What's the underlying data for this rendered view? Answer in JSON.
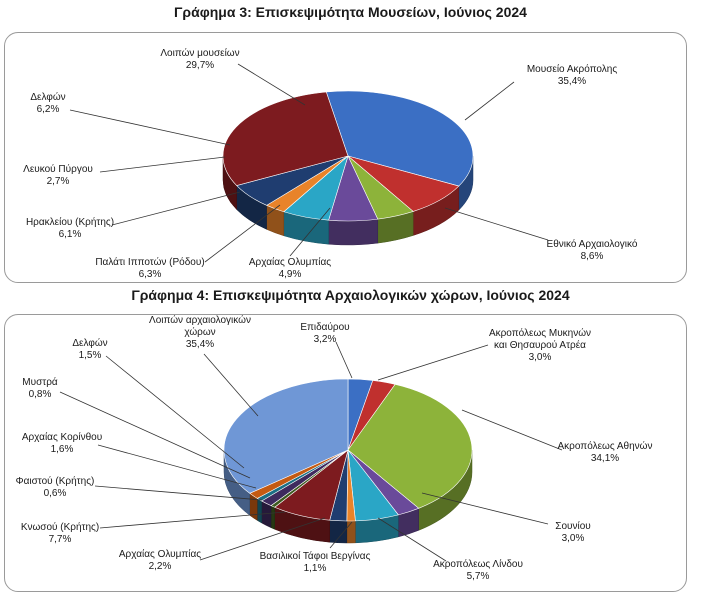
{
  "chart_data": [
    {
      "type": "pie",
      "title": "Γράφημα 3: Επισκεψιμότητα Μουσείων, Ιούνιος 2024",
      "slices": [
        {
          "label": "Μουσείο Ακρόπολης",
          "value": 35.4,
          "display": "35,4%",
          "color": "#3b6fc4"
        },
        {
          "label": "Εθνικό Αρχαιολογικό",
          "value": 8.6,
          "display": "8,6%",
          "color": "#c0302e"
        },
        {
          "label": "Αρχαίας Ολυμπίας",
          "value": 4.9,
          "display": "4,9%",
          "color": "#8db33a"
        },
        {
          "label": "Παλάτι Ιπποτών (Ρόδου)",
          "value": 6.3,
          "display": "6,3%",
          "color": "#6a4a9a"
        },
        {
          "label": "Ηρακλείου (Κρήτης)",
          "value": 6.1,
          "display": "6,1%",
          "color": "#2aa6c6"
        },
        {
          "label": "Λευκού Πύργου",
          "value": 2.7,
          "display": "2,7%",
          "color": "#e8832a"
        },
        {
          "label": "Δελφών",
          "value": 6.2,
          "display": "6,2%",
          "color": "#1f3d70"
        },
        {
          "label": "Λοιπών μουσείων",
          "value": 29.7,
          "display": "29,7%",
          "color": "#7d1b1f"
        }
      ]
    },
    {
      "type": "pie",
      "title": "Γράφημα 4: Επισκεψιμότητα Αρχαιολογικών χώρων, Ιούνιος 2024",
      "slices": [
        {
          "label": "Επιδαύρου",
          "value": 3.2,
          "display": "3,2%",
          "color": "#3b6fc4"
        },
        {
          "label": "Ακροπόλεως Μυκηνών και Θησαυρού Ατρέα",
          "value": 3.0,
          "display": "3,0%",
          "color": "#c0302e"
        },
        {
          "label": "Ακροπόλεως Αθηνών",
          "value": 34.1,
          "display": "34,1%",
          "color": "#8db33a"
        },
        {
          "label": "Σουνίου",
          "value": 3.0,
          "display": "3,0%",
          "color": "#6a4a9a"
        },
        {
          "label": "Ακροπόλεως Λίνδου",
          "value": 5.7,
          "display": "5,7%",
          "color": "#2aa6c6"
        },
        {
          "label": "Βασιλικοί Τάφοι Βεργίνας",
          "value": 1.1,
          "display": "1,1%",
          "color": "#e8832a"
        },
        {
          "label": "Αρχαίας Ολυμπίας",
          "value": 2.2,
          "display": "2,2%",
          "color": "#1f3d70"
        },
        {
          "label": "Κνωσού (Κρήτης)",
          "value": 7.7,
          "display": "7,7%",
          "color": "#7d1b1f"
        },
        {
          "label": "Φαιστού (Κρήτης)",
          "value": 0.6,
          "display": "0,6%",
          "color": "#3d5a1f"
        },
        {
          "label": "Αρχαίας Κορίνθου",
          "value": 1.6,
          "display": "1,6%",
          "color": "#3e2a5e"
        },
        {
          "label": "Μυστρά",
          "value": 0.8,
          "display": "0,8%",
          "color": "#1b6f85"
        },
        {
          "label": "Δελφών",
          "value": 1.5,
          "display": "1,5%",
          "color": "#c45a12"
        },
        {
          "label": "Λοιπών αρχαιολογικών χώρων",
          "value": 35.4,
          "display": "35,4%",
          "color": "#6f97d6"
        }
      ]
    }
  ]
}
